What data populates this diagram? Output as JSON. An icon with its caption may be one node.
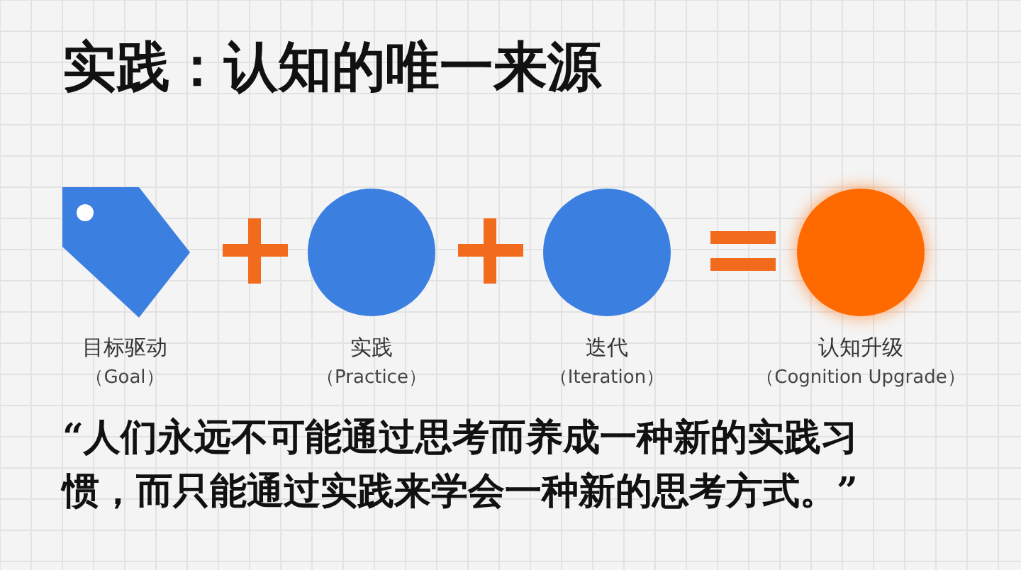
{
  "diagram": {
    "title": "实践：认知的唯一来源",
    "nodes": [
      {
        "text": [
          "目标驱动",
          "（Goal）"
        ]
      },
      {
        "text": [
          "实践",
          "（Practice）"
        ]
      },
      {
        "text": [
          "迭代",
          "（Iteration）"
        ]
      },
      {
        "text": [
          "认知升级",
          "（Cognition Upgrade）"
        ]
      }
    ],
    "labels": [
      "“人们永远不可能通过思考而养成一种新的实践习惯，而只能通过实践来学会一种新的思考方式。”"
    ]
  }
}
